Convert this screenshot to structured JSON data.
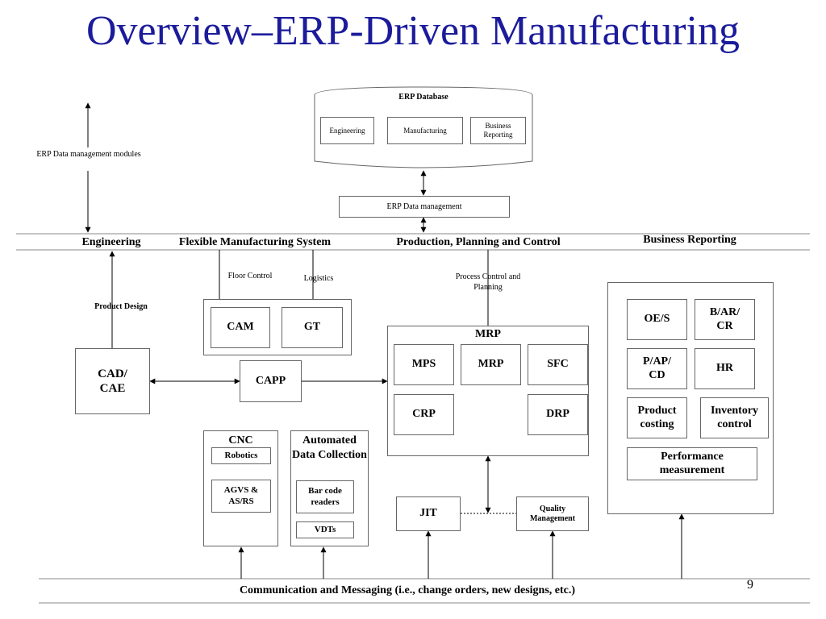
{
  "title": "Overview–ERP-Driven Manufacturing",
  "page_number": "9",
  "erp_database": {
    "label": "ERP Database",
    "modules": [
      "Engineering",
      "Manufacturing",
      "Business Reporting"
    ]
  },
  "erp_data_management": "ERP Data management",
  "erp_data_management_modules": "ERP Data management modules",
  "bands": {
    "engineering": "Engineering",
    "fms": "Flexible Manufacturing System",
    "ppc": "Production, Planning and Control",
    "business_reporting": "Business Reporting",
    "communication": "Communication and Messaging (i.e., change orders, new designs, etc.)"
  },
  "engineering": {
    "product_design": "Product Design",
    "cad_cae": "CAD/ CAE",
    "capp": "CAPP"
  },
  "fms": {
    "floor_control": "Floor Control",
    "logistics": "Logistics",
    "cam": "CAM",
    "gt": "GT",
    "cnc": "CNC",
    "robotics": "Robotics",
    "agvs": "AGVS & AS/RS",
    "adc": "Automated Data Collection",
    "bar_code": "Bar code readers",
    "vdts": "VDTs"
  },
  "ppc": {
    "process_control": "Process Control and Planning",
    "mrp_group": "MRP",
    "mps": "MPS",
    "mrp": "MRP",
    "sfc": "SFC",
    "crp": "CRP",
    "drp": "DRP",
    "jit": "JIT",
    "quality": "Quality Management"
  },
  "business": {
    "oes": "OE/S",
    "bar_cr": "B/AR/ CR",
    "pap_cd": "P/AP/ CD",
    "hr": "HR",
    "product_costing": "Product costing",
    "inventory_control": "Inventory control",
    "performance": "Performance measurement"
  }
}
